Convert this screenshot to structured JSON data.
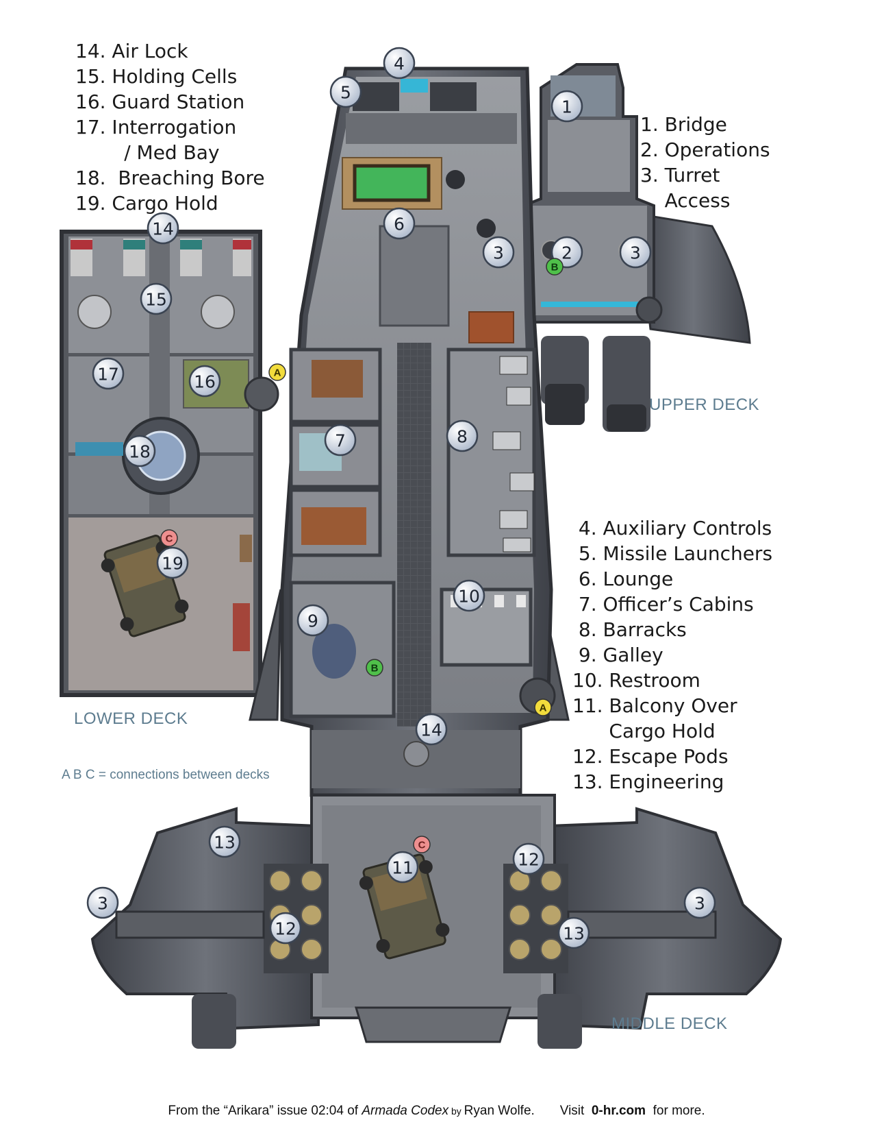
{
  "legend_top_left": [
    "14. Air Lock",
    "15. Holding Cells",
    "16. Guard Station",
    "17. Interrogation",
    "        / Med Bay",
    "18.  Breaching Bore",
    "19. Cargo Hold"
  ],
  "legend_top_right": [
    "1. Bridge",
    "2. Operations",
    "3. Turret",
    "    Access"
  ],
  "legend_right": [
    " 4. Auxiliary Controls",
    " 5. Missile Launchers",
    " 6. Lounge",
    " 7. Officer’s Cabins",
    " 8. Barracks",
    " 9. Galley",
    "10. Restroom",
    "11. Balcony Over",
    "      Cargo Hold",
    "12. Escape Pods",
    "13. Engineering"
  ],
  "deck_labels": {
    "upper": "UPPER DECK",
    "lower": "LOWER DECK",
    "middle": "MIDDLE DECK"
  },
  "connections_note": "A B C = connections between decks",
  "credit": {
    "part1": "From the “Arikara” issue 02:04 of ",
    "title": "Armada Codex",
    "by": " by ",
    "author": "Ryan Wolfe.",
    "visit": "       Visit  ",
    "site": "0-hr.com",
    "more": "  for more."
  },
  "room_markers": [
    "1",
    "2",
    "3",
    "3",
    "4",
    "5",
    "6",
    "7",
    "8",
    "9",
    "10",
    "11",
    "12",
    "12",
    "13",
    "13",
    "14",
    "14",
    "15",
    "16",
    "17",
    "18",
    "19",
    "3",
    "3"
  ],
  "connection_markers": [
    "A",
    "A",
    "B",
    "B",
    "C",
    "C"
  ],
  "colors": {
    "hull_dark": "#4a4d54",
    "hull_mid": "#6b6f77",
    "floor": "#8e9196",
    "marker_fill": "#c9d3e2",
    "marker_stroke": "#3b4452",
    "conn_A": "#f2dc3c",
    "conn_B": "#4fc04a",
    "conn_C": "#ee8f8f",
    "label_blue": "#5d7c8f"
  }
}
